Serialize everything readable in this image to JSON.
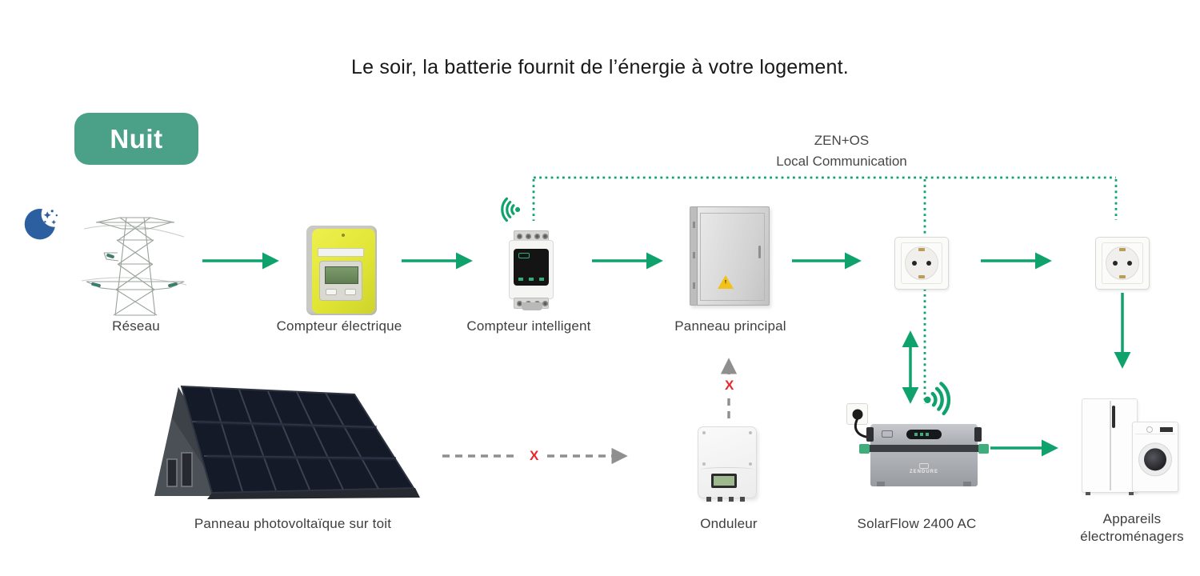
{
  "title": "Le soir, la batterie fournit de l’énergie à votre logement.",
  "badge": {
    "label": "Nuit"
  },
  "network": {
    "line1": "ZEN+OS",
    "line2": "Local Communication"
  },
  "labels": {
    "grid": "Réseau",
    "meter": "Compteur électrique",
    "smart_meter": "Compteur intelligent",
    "main_panel": "Panneau principal",
    "solar": "Panneau photovoltaïque sur toit",
    "inverter": "Onduleur",
    "battery": "SolarFlow 2400 AC",
    "appliances_line1": "Appareils",
    "appliances_line2": "électroménagers"
  },
  "battery_brand": "ZENDURE",
  "blocked_marker": "X",
  "colors": {
    "accent_green": "#0FA26D",
    "badge_green": "#4BA187",
    "dashed_gray": "#8F8F8F",
    "blocked_red": "#E8272E",
    "moon_blue": "#2B5F9F",
    "meter_yellow": "#E3E93E",
    "label_gray": "#3E3E3E"
  }
}
